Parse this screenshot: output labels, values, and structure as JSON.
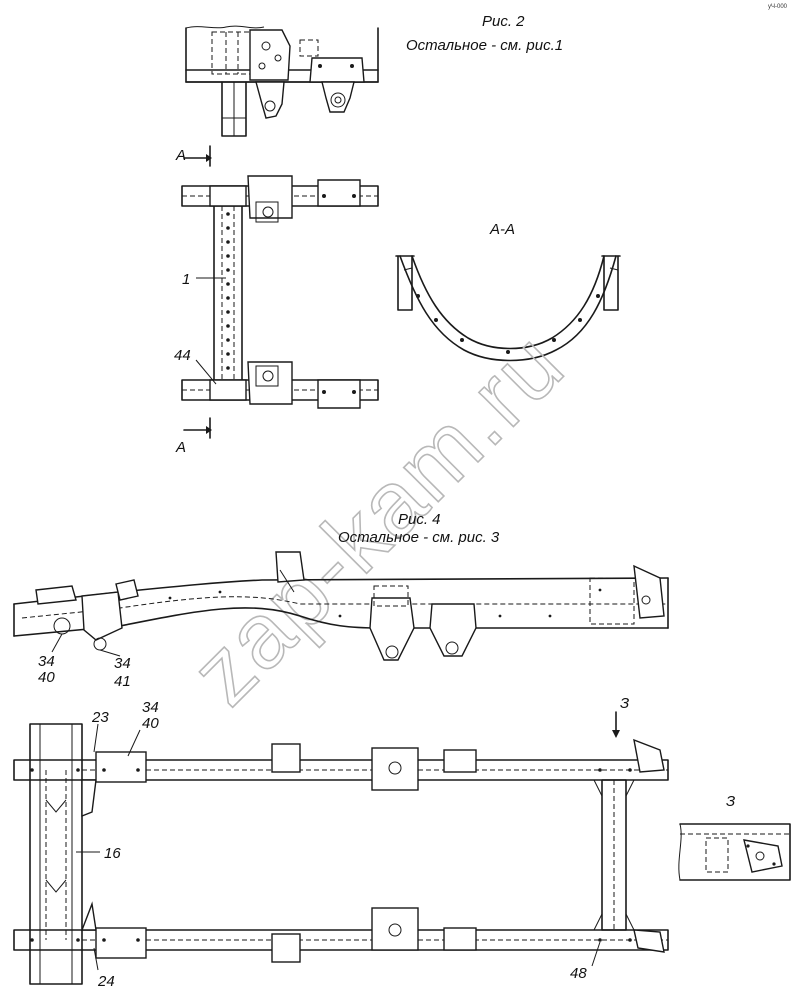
{
  "fig2": {
    "title": "Рис. 2",
    "subtitle": "Остальное - см. рис.1",
    "section_mark": "А",
    "section_mark_bottom": "А",
    "section_title": "А-А",
    "callouts": {
      "c1": "1",
      "c44": "44"
    }
  },
  "fig4": {
    "title": "Рис. 4",
    "subtitle": "Остальное - см. рис. 3",
    "callouts": {
      "c34a": "34",
      "c40a": "40",
      "c34b": "34",
      "c41": "41"
    }
  },
  "fig_plan": {
    "callouts": {
      "c23": "23",
      "c34": "34",
      "c40": "40",
      "c16": "16",
      "c24": "24",
      "c48": "48",
      "view3_arrow": "З",
      "view3_title": "З"
    }
  },
  "watermark": "zap-kam.ru",
  "corner_mark": "уЧ-000"
}
